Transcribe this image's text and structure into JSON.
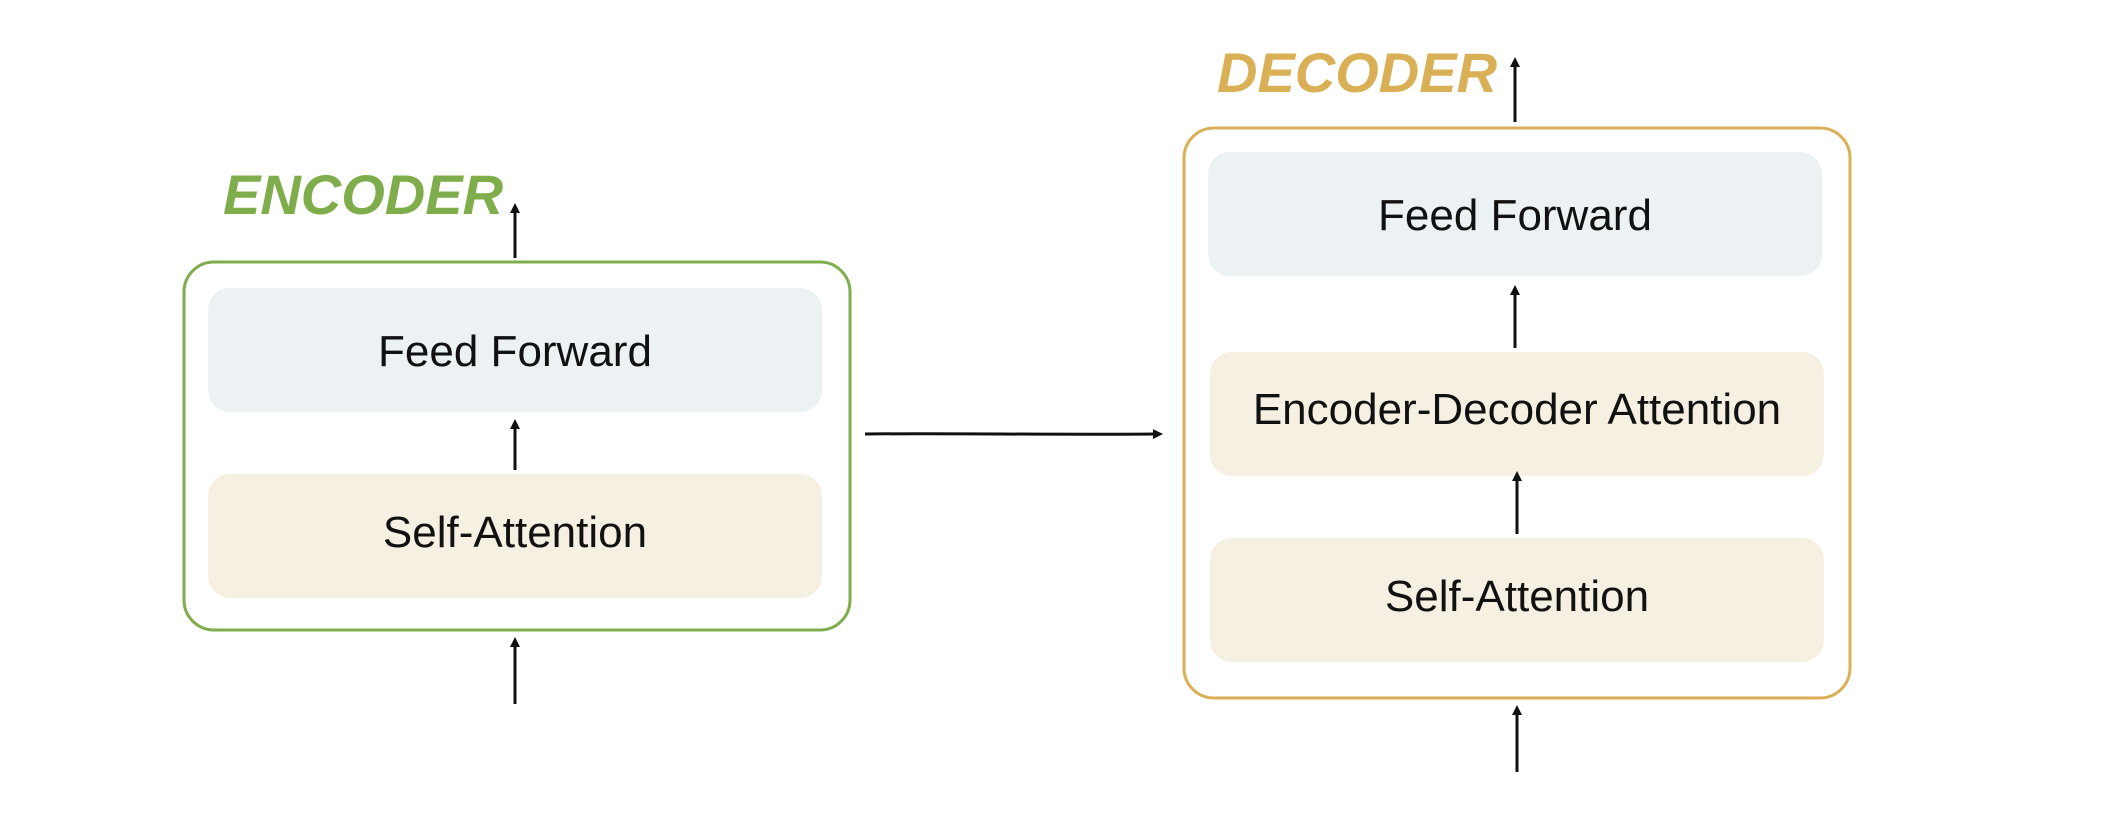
{
  "encoder": {
    "title": "ENCODER",
    "layers": {
      "feed_forward": "Feed Forward",
      "self_attention": "Self-Attention"
    }
  },
  "decoder": {
    "title": "DECODER",
    "layers": {
      "feed_forward": "Feed Forward",
      "encoder_decoder_attention": "Encoder-Decoder Attention",
      "self_attention": "Self-Attention"
    }
  },
  "colors": {
    "encoder_accent": "#7fad4c",
    "decoder_accent": "#d9b056",
    "feed_forward_fill": "#ecf1f3",
    "attention_fill": "#f6f0e2",
    "arrow": "#111111"
  }
}
